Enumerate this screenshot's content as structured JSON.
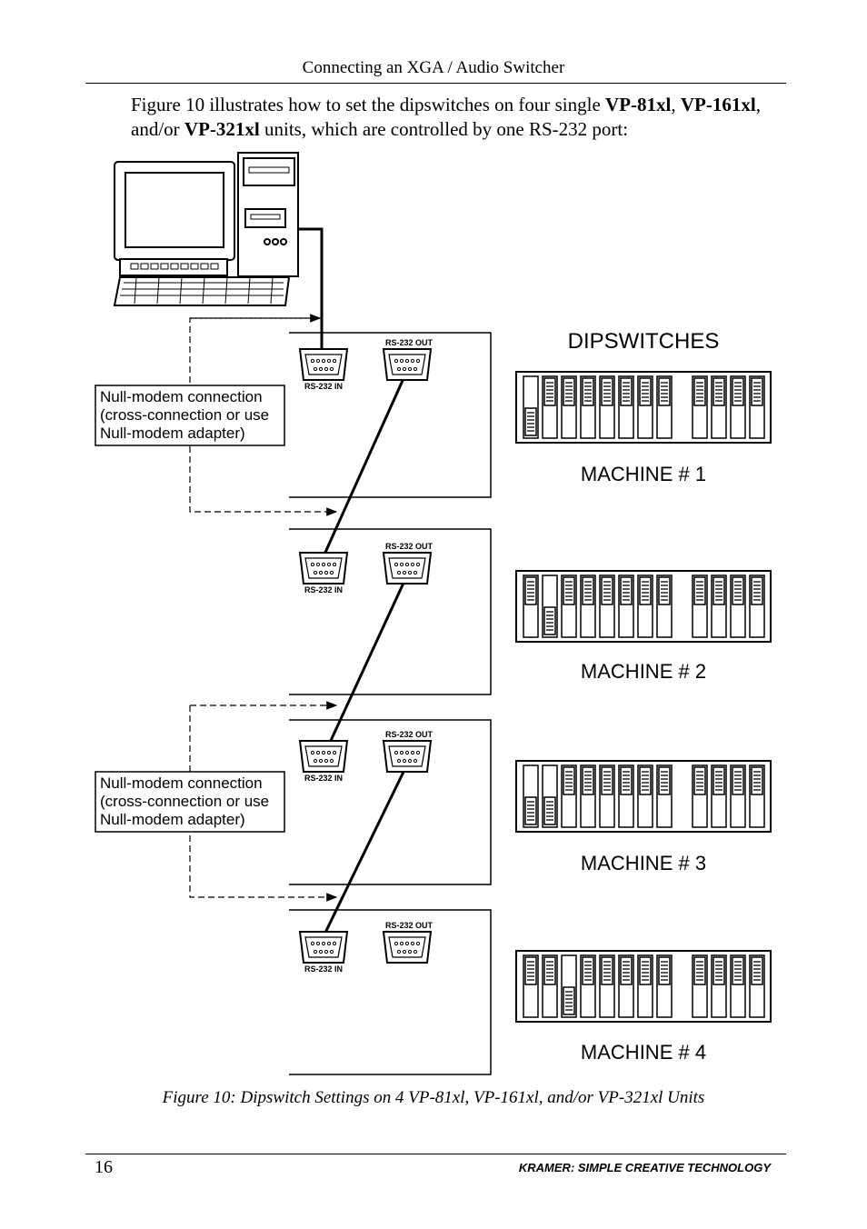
{
  "header": {
    "running_title": "Connecting an XGA / Audio Switcher"
  },
  "intro": {
    "t1": "Figure 10 illustrates how to set the dipswitches on four single ",
    "m1": "VP-81xl",
    "t2": ", ",
    "m2": "VP-161xl",
    "t3": ", and/or ",
    "m3": "VP-321xl",
    "t4": " units, which are controlled by one RS-232 port:"
  },
  "figure": {
    "dipswitches_heading": "DIPSWITCHES",
    "port_in_label": "RS-232 IN",
    "port_out_label": "RS-232 OUT",
    "null_modem_lines": [
      "Null-modem connection",
      "(cross-connection or use",
      "Null-modem adapter)"
    ],
    "machines": [
      {
        "label": "MACHINE # 1",
        "switches_down": [
          1
        ]
      },
      {
        "label": "MACHINE # 2",
        "switches_down": [
          2
        ]
      },
      {
        "label": "MACHINE # 3",
        "switches_down": [
          1,
          2
        ]
      },
      {
        "label": "MACHINE # 4",
        "switches_down": [
          3
        ]
      }
    ],
    "switch_count": 12
  },
  "caption": "Figure 10: Dipswitch Settings on 4 VP-81xl, VP-161xl, and/or VP-321xl Units",
  "footer": {
    "page_number": "16",
    "brand": "KRAMER:  SIMPLE CREATIVE TECHNOLOGY"
  }
}
